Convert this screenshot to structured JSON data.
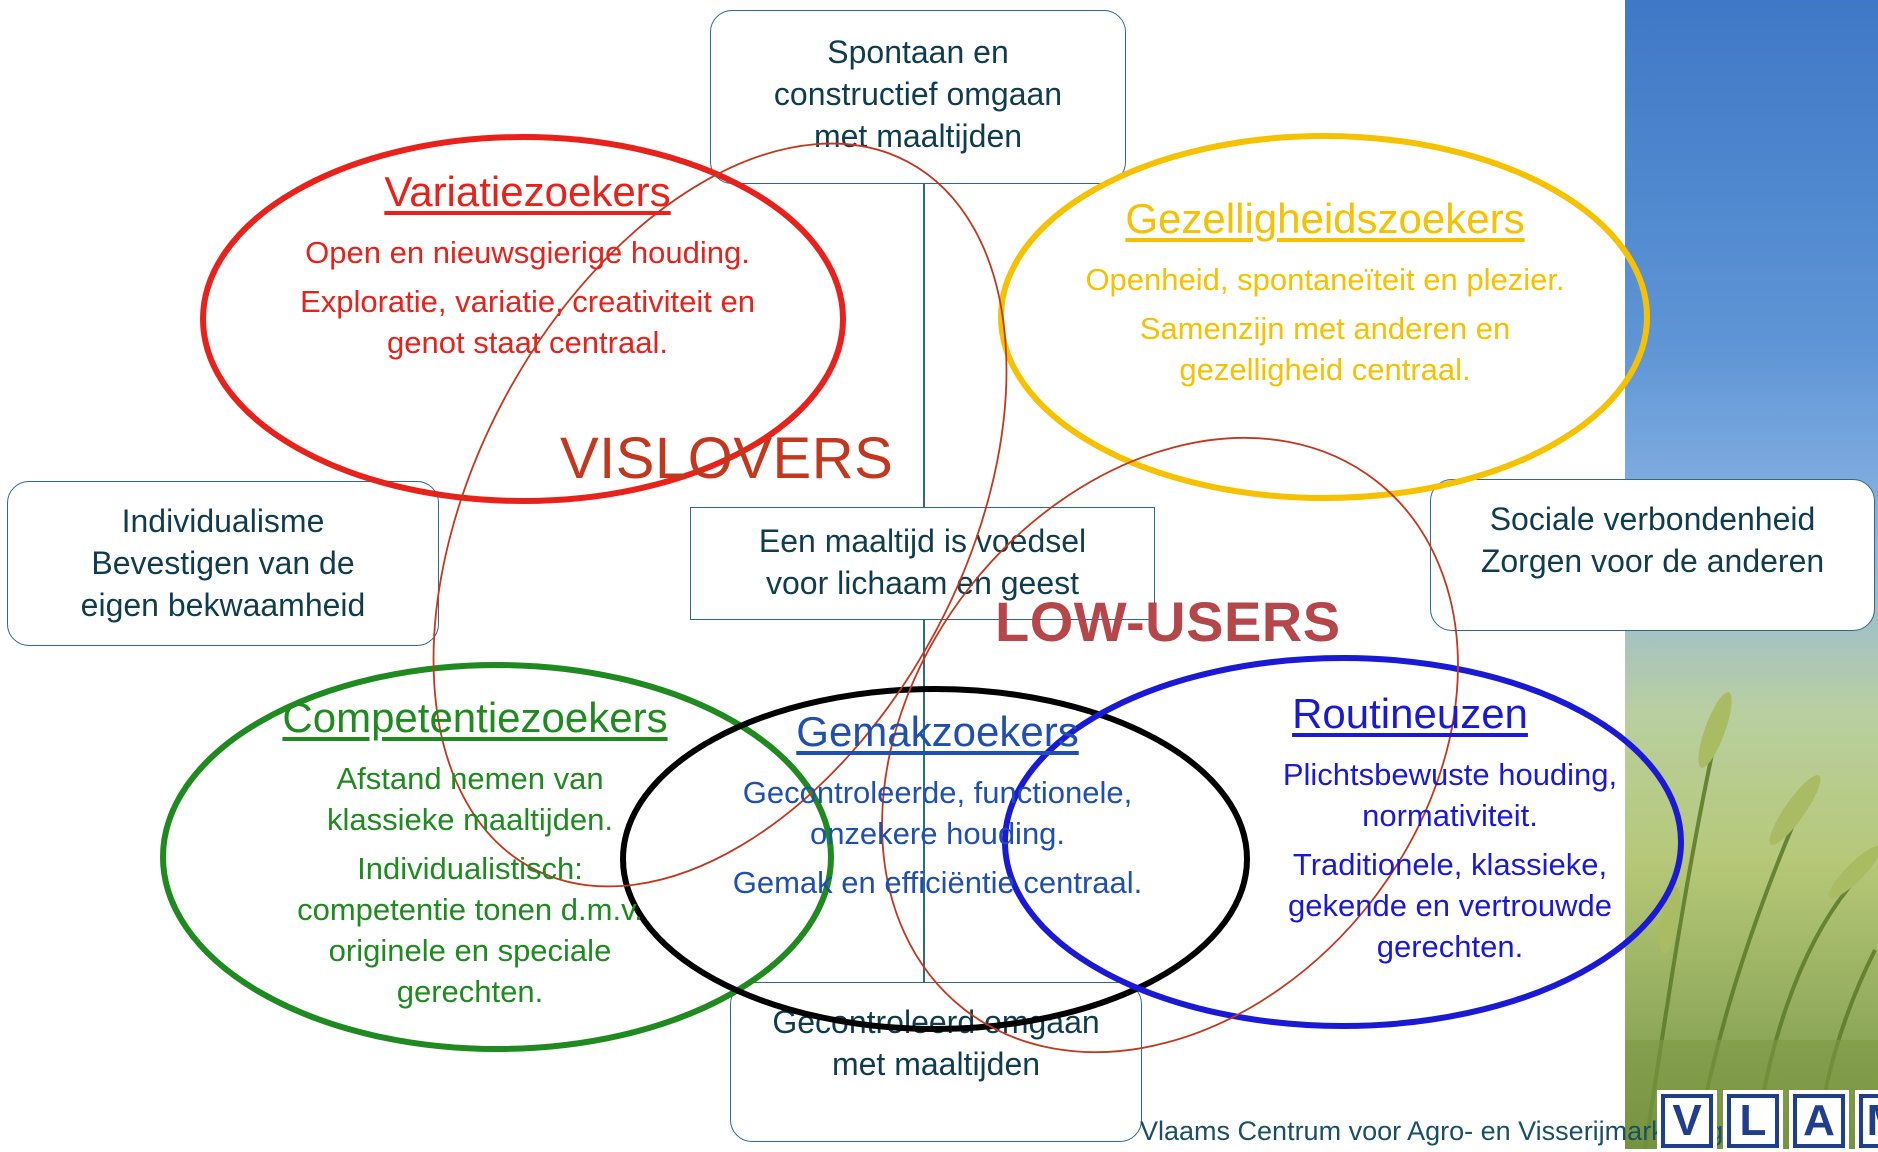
{
  "axes": {
    "top": [
      "Spontaan en",
      "constructief omgaan",
      "met maaltijden"
    ],
    "left": [
      "Individualisme",
      "Bevestigen van de",
      "eigen bekwaamheid"
    ],
    "right": [
      "Sociale verbondenheid",
      "Zorgen voor de anderen"
    ],
    "center": [
      "Een maaltijd is voedsel",
      "voor lichaam en geest"
    ],
    "bottom": [
      "Gecontroleerd omgaan",
      "met maaltijden"
    ]
  },
  "segments": {
    "variatiezoekers": {
      "title": "Variatiezoekers",
      "lines": [
        "Open en nieuwsgierige houding.",
        "Exploratie, variatie, creativiteit en",
        "genot staat centraal."
      ],
      "color": "#e8221b"
    },
    "gezelligheidszoekers": {
      "title": "Gezelligheidszoekers",
      "lines": [
        "Openheid, spontaneïteit en plezier.",
        "Samenzijn met anderen en",
        "gezelligheid centraal."
      ],
      "color": "#f5c100"
    },
    "competentiezoekers": {
      "title": "Competentiezoekers",
      "lines": [
        "Afstand nemen van",
        "klassieke maaltijden.",
        "Individualistisch:",
        "competentie tonen d.m.v.",
        "originele en speciale",
        "gerechten."
      ],
      "color": "#1f8a1f"
    },
    "gemakzoekers": {
      "title": "Gemakzoekers",
      "lines": [
        "Gecontroleerde, functionele,",
        "onzekere houding.",
        "Gemak en efficiëntie centraal."
      ],
      "color": "#1f4fb0"
    },
    "routineuzen": {
      "title": "Routineuzen",
      "lines": [
        "Plichtsbewuste houding,",
        "normativiteit.",
        "Traditionele, klassieke,",
        "gekende en vertrouwde",
        "gerechten."
      ],
      "color": "#1a1ad6"
    }
  },
  "groups": {
    "vislovers": "VISLOVERS",
    "low_users": "LOW-USERS"
  },
  "colors": {
    "axis": "#2d6a86",
    "vislovers": "#c2381f",
    "low_users": "#b5474b",
    "gemak_ellipse": "#000000",
    "routine_ellipse": "#1a1ad6",
    "thin_ellipse": "#c2381f"
  },
  "footer": "Vlaams Centrum voor Agro- en Visserijmarketing vzw",
  "logo": [
    "V",
    "L",
    "A",
    "M"
  ]
}
